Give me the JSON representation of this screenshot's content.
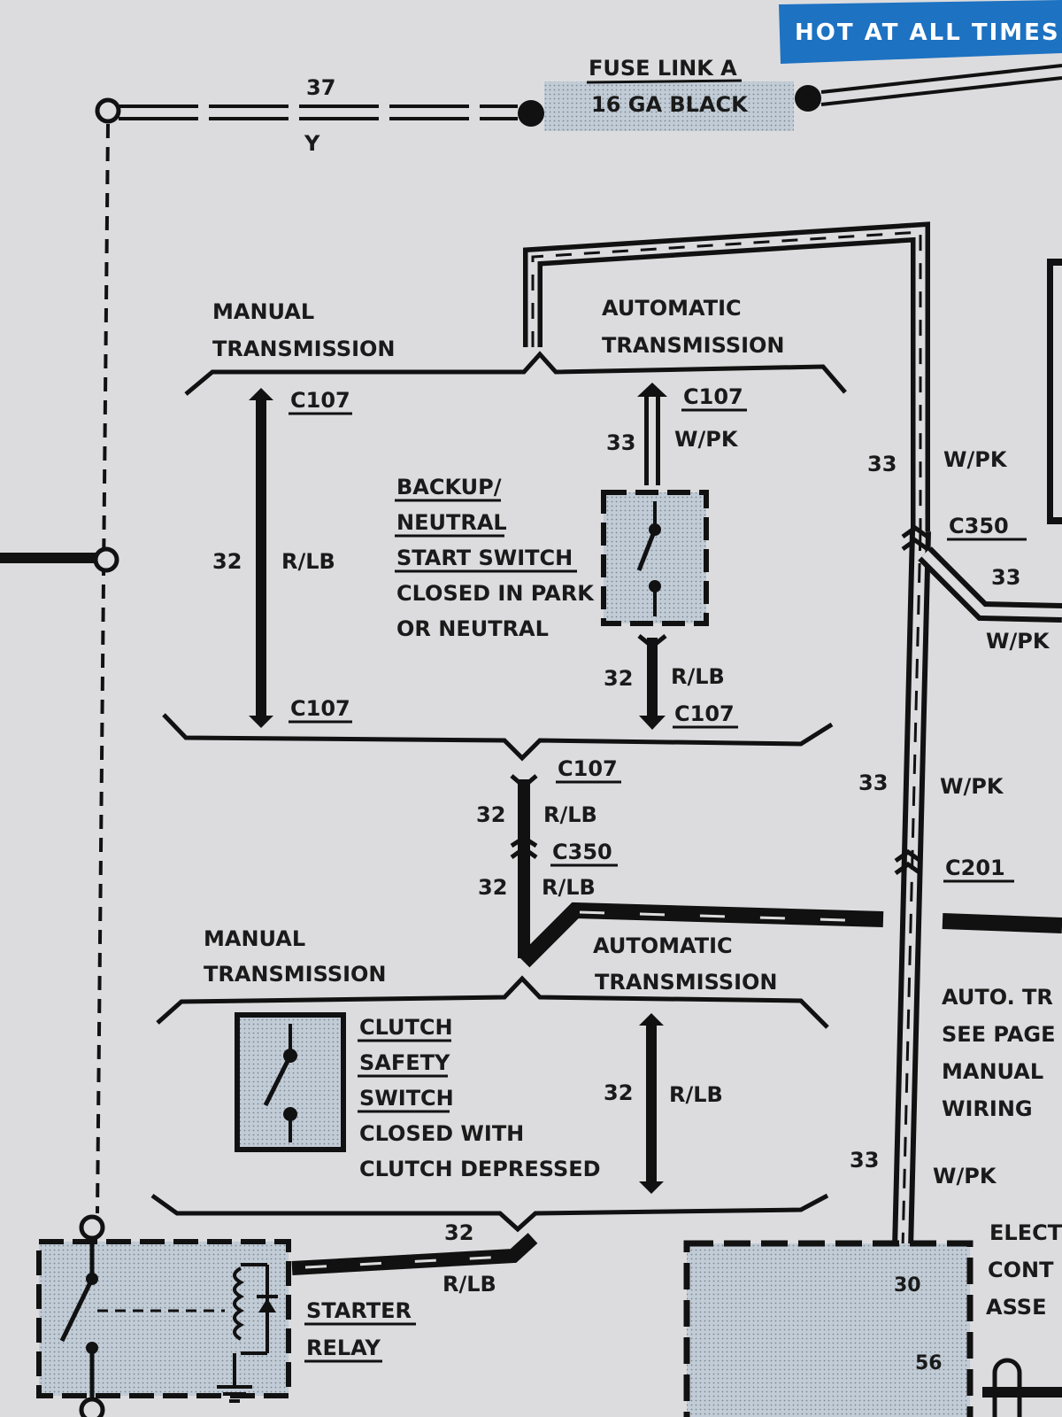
{
  "banner": {
    "text": "HOT AT ALL TIMES",
    "color": "#1d72c2"
  },
  "fuse_link": {
    "name": "FUSE LINK A",
    "gauge": "16 GA BLACK"
  },
  "top_wire": {
    "circuit": "37",
    "color": "Y"
  },
  "upper_section": {
    "manual_label_1": "MANUAL",
    "manual_label_2": "TRANSMISSION",
    "auto_label_1": "AUTOMATIC",
    "auto_label_2": "TRANSMISSION",
    "manual_wire": {
      "connector_top": "C107",
      "connector_bottom": "C107",
      "circuit": "32",
      "color": "R/LB"
    },
    "auto_wire_top": {
      "connector": "C107",
      "circuit": "33",
      "color": "W/PK"
    },
    "auto_wire_bottom": {
      "connector": "C107",
      "circuit": "32",
      "color": "R/LB"
    },
    "switch_lines": [
      "BACKUP/",
      "NEUTRAL",
      "START SWITCH",
      "CLOSED IN PARK",
      "OR NEUTRAL"
    ]
  },
  "middle_wires": {
    "connector_1": "C107",
    "circuit_1": "32",
    "color_1": "R/LB",
    "connector_2": "C350",
    "circuit_2": "32",
    "color_2": "R/LB"
  },
  "lower_section": {
    "manual_label_1": "MANUAL",
    "manual_label_2": "TRANSMISSION",
    "auto_label_1": "AUTOMATIC",
    "auto_label_2": "TRANSMISSION",
    "switch_lines": [
      "CLUTCH",
      "SAFETY",
      "SWITCH",
      "CLOSED WITH",
      "CLUTCH DEPRESSED"
    ],
    "auto_wire": {
      "circuit": "32",
      "color": "R/LB"
    }
  },
  "relay_wire": {
    "circuit": "32",
    "color": "R/LB"
  },
  "starter_relay": {
    "line_1": "STARTER",
    "line_2": "RELAY"
  },
  "right_trunk": {
    "labels": [
      {
        "circuit": "33",
        "color": "W/PK"
      },
      {
        "connector": "C350"
      },
      {
        "circuit": "33",
        "color": "W/PK"
      },
      {
        "circuit": "33",
        "color": "W/PK"
      },
      {
        "connector": "C201"
      },
      {
        "circuit": "33",
        "color": "W/PK"
      }
    ]
  },
  "right_note": [
    "AUTO. TR",
    "SEE PAGE",
    "MANUAL",
    "WIRING"
  ],
  "elec_control": [
    "ELECT",
    "CONT",
    "ASSE"
  ],
  "pins": {
    "pin_a": "30",
    "pin_b": "56"
  },
  "colors": {
    "paper": "#dcdcde",
    "ink": "#111111",
    "shade": "#b8c2cc",
    "banner": "#1d72c2"
  }
}
